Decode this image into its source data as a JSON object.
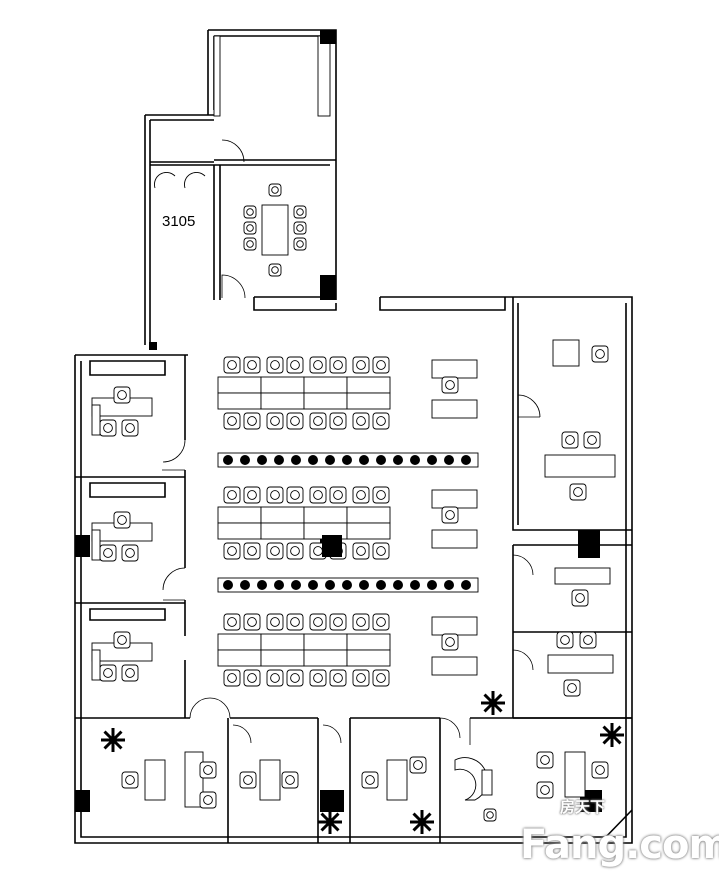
{
  "plan": {
    "room_label": "3105",
    "watermark": {
      "chinese": "房天下",
      "brand": "Fang.com"
    },
    "workstation_clusters": 3,
    "planter_rows": 2
  }
}
